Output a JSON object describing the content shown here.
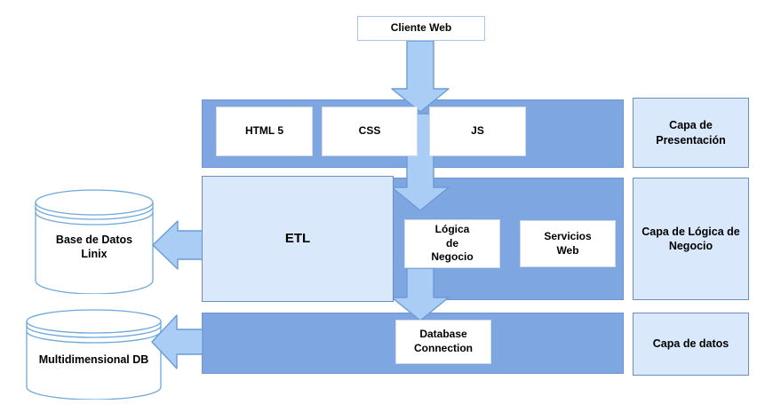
{
  "nodes": {
    "cliente_web": "Cliente Web",
    "html5": "HTML 5",
    "css": "CSS",
    "js": "JS",
    "etl": "ETL",
    "logica_negocio": "Lógica\nde\nNegocio",
    "servicios_web": "Servicios\nWeb",
    "database_connection": "Database\nConnection",
    "base_datos_linix": "Base de Datos\nLinix",
    "multidimensional_db": "Multidimensional DB"
  },
  "layer_labels": {
    "presentacion": "Capa de\nPresentación",
    "logica": "Capa de Lógica de\nNegocio",
    "datos": "Capa de datos"
  },
  "colors": {
    "band_blue": "#7ea6e0",
    "band_border": "#6e94d1",
    "light_fill": "#dae8fc",
    "light_border": "#6c8ebf",
    "white_box_border": "#d2d9e3",
    "client_border": "#aac6e8",
    "arrow_fill": "#a9cdf4",
    "arrow_stroke": "#6b9bd7",
    "cylinder_stroke": "#6fa8dc",
    "text_color": "#000000"
  }
}
